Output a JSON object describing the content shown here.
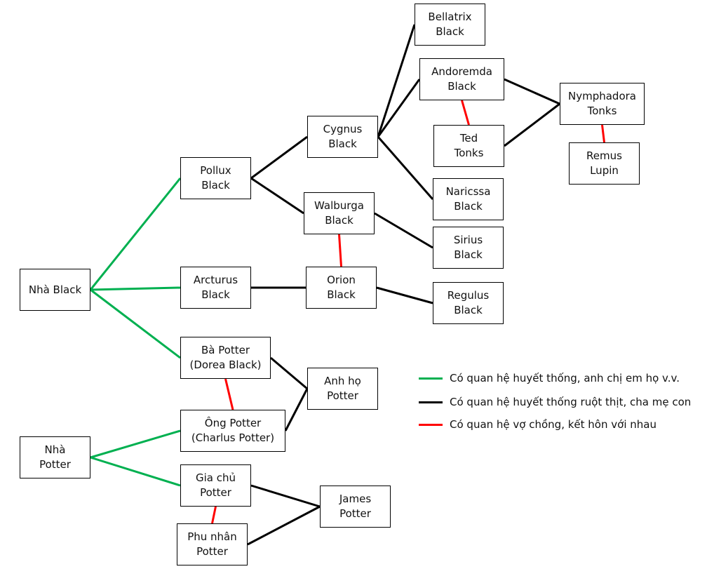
{
  "colors": {
    "cousin": "#00b050",
    "parent_child": "#000000",
    "spouse": "#ff0000"
  },
  "nodes": {
    "nha_black": "Nhà Black",
    "pollux": "Pollux\nBlack",
    "arcturus": "Arcturus\nBlack",
    "dorea": "Bà Potter\n(Dorea Black)",
    "charlus": "Ông Potter\n(Charlus Potter)",
    "nha_potter": "Nhà\nPotter",
    "gia_chu": "Gia chủ\nPotter",
    "phu_nhan": "Phu nhân\nPotter",
    "cygnus": "Cygnus\nBlack",
    "walburga": "Walburga\nBlack",
    "orion": "Orion\nBlack",
    "anh_ho": "Anh họ\nPotter",
    "james": "James\nPotter",
    "bellatrix": "Bellatrix\nBlack",
    "andromeda": "Andoremda\nBlack",
    "ted": "Ted\nTonks",
    "naricssa": "Naricssa\nBlack",
    "sirius": "Sirius\nBlack",
    "regulus": "Regulus\nBlack",
    "nymphadora": "Nymphadora\nTonks",
    "remus": "Remus\nLupin"
  },
  "edges": [
    {
      "from": "nha_black",
      "to": "pollux",
      "type": "cousin"
    },
    {
      "from": "nha_black",
      "to": "arcturus",
      "type": "cousin"
    },
    {
      "from": "nha_black",
      "to": "dorea",
      "type": "cousin"
    },
    {
      "from": "nha_potter",
      "to": "charlus",
      "type": "cousin"
    },
    {
      "from": "nha_potter",
      "to": "gia_chu",
      "type": "cousin"
    },
    {
      "from": "pollux",
      "to": "cygnus",
      "type": "parent_child"
    },
    {
      "from": "pollux",
      "to": "walburga",
      "type": "parent_child"
    },
    {
      "from": "arcturus",
      "to": "orion",
      "type": "parent_child"
    },
    {
      "from": "walburga",
      "to": "orion",
      "type": "spouse"
    },
    {
      "from": "cygnus",
      "to": "bellatrix",
      "type": "parent_child"
    },
    {
      "from": "cygnus",
      "to": "andromeda",
      "type": "parent_child"
    },
    {
      "from": "cygnus",
      "to": "naricssa",
      "type": "parent_child"
    },
    {
      "from": "andromeda",
      "to": "ted",
      "type": "spouse"
    },
    {
      "from": "andromeda",
      "to": "nymphadora",
      "type": "parent_child"
    },
    {
      "from": "ted",
      "to": "nymphadora",
      "type": "parent_child"
    },
    {
      "from": "nymphadora",
      "to": "remus",
      "type": "spouse"
    },
    {
      "from": "walburga",
      "to": "sirius",
      "type": "parent_child"
    },
    {
      "from": "orion",
      "to": "regulus",
      "type": "parent_child"
    },
    {
      "from": "dorea",
      "to": "charlus",
      "type": "spouse"
    },
    {
      "from": "dorea",
      "to": "anh_ho",
      "type": "parent_child"
    },
    {
      "from": "charlus",
      "to": "anh_ho",
      "type": "parent_child"
    },
    {
      "from": "gia_chu",
      "to": "phu_nhan",
      "type": "spouse"
    },
    {
      "from": "gia_chu",
      "to": "james",
      "type": "parent_child"
    },
    {
      "from": "phu_nhan",
      "to": "james",
      "type": "parent_child"
    }
  ],
  "legend": [
    {
      "type": "cousin",
      "label": "Có quan hệ huyết thống, anh chị em họ v.v."
    },
    {
      "type": "parent_child",
      "label": "Có quan hệ huyết thống ruột thịt, cha mẹ con"
    },
    {
      "type": "spouse",
      "label": "Có quan hệ vợ chồng, kết hôn với nhau"
    }
  ]
}
